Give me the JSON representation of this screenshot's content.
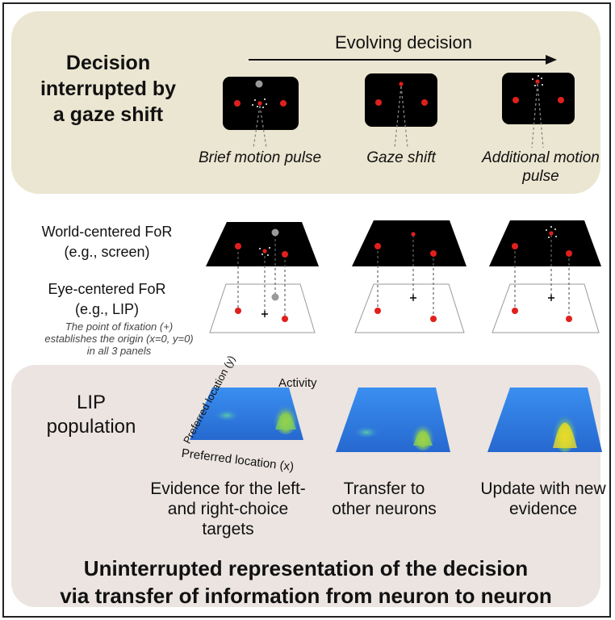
{
  "top_panel": {
    "title": "Decision interrupted by a gaze shift",
    "arrow_label": "Evolving decision",
    "captions": [
      "Brief motion pulse",
      "Gaze shift",
      "Additional motion pulse"
    ]
  },
  "middle": {
    "world_label_line1": "World-centered FoR",
    "world_label_line2": "(e.g., screen)",
    "eye_label_line1": "Eye-centered FoR",
    "eye_label_line2": "(e.g., LIP)",
    "note_line1": "The point of fixation (+)",
    "note_line2": "establishes the origin (x=0, y=0)",
    "note_line3": "in all 3 panels"
  },
  "bottom_panel": {
    "lip_line1": "LIP",
    "lip_line2": "population",
    "axis_y": "Preferred location (y)",
    "axis_x": "Preferred location (x)",
    "activity_label": "Activity",
    "descriptions": [
      "Evidence for the left- and right-choice targets",
      "Transfer to other neurons",
      "Update with new evidence"
    ],
    "conclusion_line1": "Uninterrupted representation of the decision",
    "conclusion_line2": "via transfer of information from neuron to neuron"
  },
  "colors": {
    "top_panel_bg": "#ebe6d1",
    "bottom_panel_bg": "#ebe4e1",
    "target_red": "#e0201c",
    "fixation_gray": "#9a9a9a",
    "surface_blue": "#2f7fe0"
  }
}
